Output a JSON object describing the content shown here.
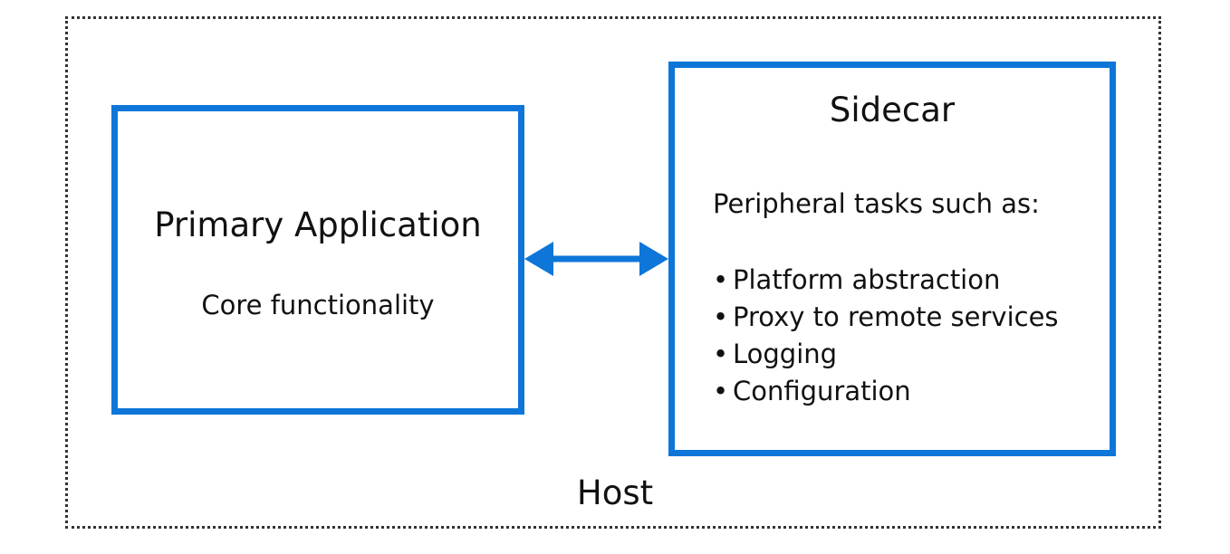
{
  "diagram": {
    "host_label": "Host",
    "primary": {
      "title": "Primary Application",
      "subtitle": "Core functionality"
    },
    "sidecar": {
      "title": "Sidecar",
      "intro": "Peripheral tasks such as:",
      "bullet": "•",
      "tasks": [
        "Platform abstraction",
        "Proxy to remote services",
        "Logging",
        "Configuration"
      ]
    },
    "connector": {
      "type": "bidirectional-arrow",
      "color": "#0d76d8"
    },
    "colors": {
      "box_border": "#0d76d8",
      "host_border": "#333333",
      "text": "#111111"
    }
  }
}
